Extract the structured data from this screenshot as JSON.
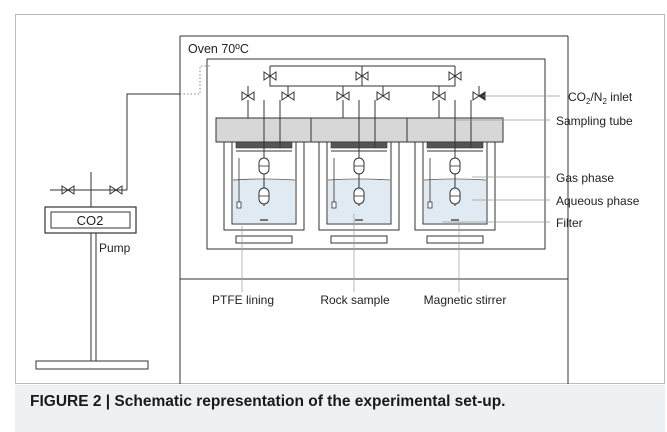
{
  "figure": {
    "caption": "FIGURE 2 | Schematic representation of the experimental set-up."
  },
  "labels": {
    "oven": "Oven 70ºC",
    "co2": "CO2",
    "pump": "Pump",
    "inlet_main": "CO",
    "inlet_sub1": "2",
    "inlet_mid": "/N",
    "inlet_sub2": "2",
    "inlet_tail": " inlet",
    "sampling_tube": "Sampling tube",
    "gas_phase": "Gas phase",
    "aqueous_phase": "Aqueous phase",
    "filter": "Filter",
    "ptfe_lining": "PTFE lining",
    "rock_sample": "Rock sample",
    "magnetic_stirrer": "Magnetic stirrer"
  },
  "colors": {
    "line": "#333333",
    "liquid": "#dfeaf2",
    "lid": "#d7d7d7",
    "caption_bg": "#eef0f1"
  }
}
